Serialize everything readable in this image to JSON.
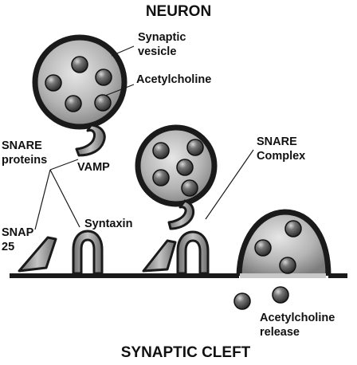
{
  "title": "NEURON",
  "bottom_title": "SYNAPTIC CLEFT",
  "labels": {
    "synaptic_vesicle_line1": "Synaptic",
    "synaptic_vesicle_line2": "vesicle",
    "acetylcholine": "Acetylcholine",
    "snare_proteins_line1": "SNARE",
    "snare_proteins_line2": "proteins",
    "vamp": "VAMP",
    "syntaxin": "Syntaxin",
    "snap25_line1": "SNAP",
    "snap25_line2": "25",
    "snare_complex_line1": "SNARE",
    "snare_complex_line2": "Complex",
    "ach_release_line1": "Acetylcholine",
    "ach_release_line2": "release"
  },
  "colors": {
    "outline": "#1a1a1a",
    "vesicle_fill": "#8c8c8c",
    "protein_fill": "#9a9a9a",
    "molecule_fill": "#555555"
  }
}
